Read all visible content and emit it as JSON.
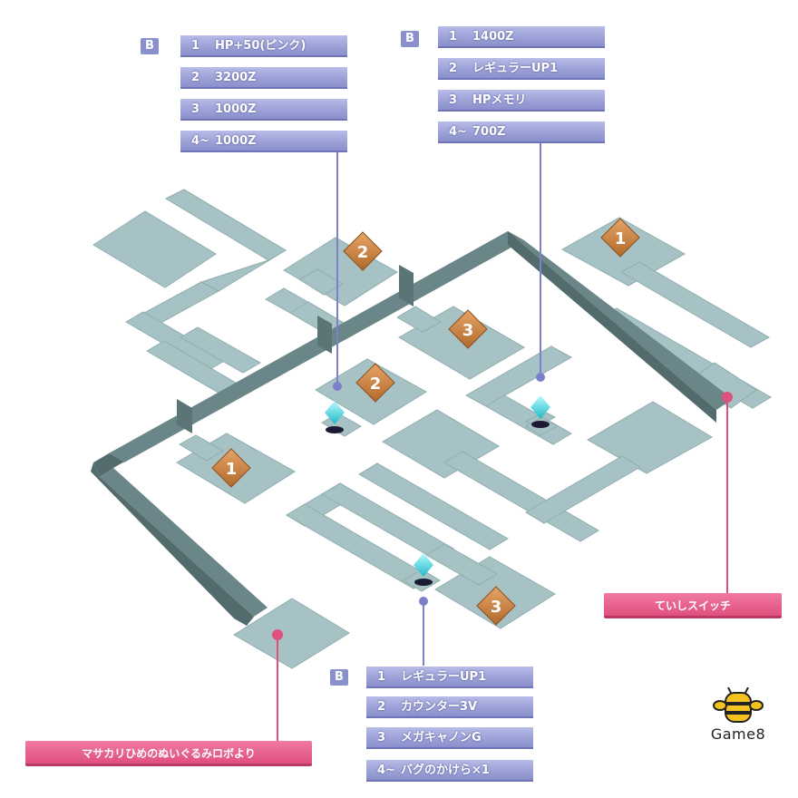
{
  "reward_groups": [
    {
      "marker": "B",
      "items": [
        {
          "num": "1",
          "text": "HP+50(ピンク)"
        },
        {
          "num": "2",
          "text": "3200Z"
        },
        {
          "num": "3",
          "text": "1000Z"
        },
        {
          "num": "4~",
          "text": "1000Z"
        }
      ]
    },
    {
      "marker": "B",
      "items": [
        {
          "num": "1",
          "text": "1400Z"
        },
        {
          "num": "2",
          "text": "レギュラーUP1"
        },
        {
          "num": "3",
          "text": "HPメモリ"
        },
        {
          "num": "4~",
          "text": "700Z"
        }
      ]
    },
    {
      "marker": "B",
      "items": [
        {
          "num": "1",
          "text": "レギュラーUP1"
        },
        {
          "num": "2",
          "text": "カウンター3V"
        },
        {
          "num": "3",
          "text": "メガキャノンG"
        },
        {
          "num": "4~",
          "text": "バグのかけら×1"
        }
      ]
    }
  ],
  "room_labels": {
    "top_left_2": "2",
    "top_right_1": "1",
    "center_3": "3",
    "center_2": "2",
    "left_1": "1",
    "bottom_3": "3"
  },
  "callouts": {
    "stop_switch": "ていしスイッチ",
    "robot_source": "マサカリひめのぬいぐるみロボより"
  },
  "logo": {
    "text": "Game8"
  },
  "colors": {
    "floor": "#a6c2c4",
    "floor_edge": "#7f9c9f",
    "wall": "#5b7475",
    "reward_box": "#9a9fd6",
    "callout": "#e0507e",
    "crystal": "#44e0ea",
    "room_badge": "#c8803d"
  }
}
